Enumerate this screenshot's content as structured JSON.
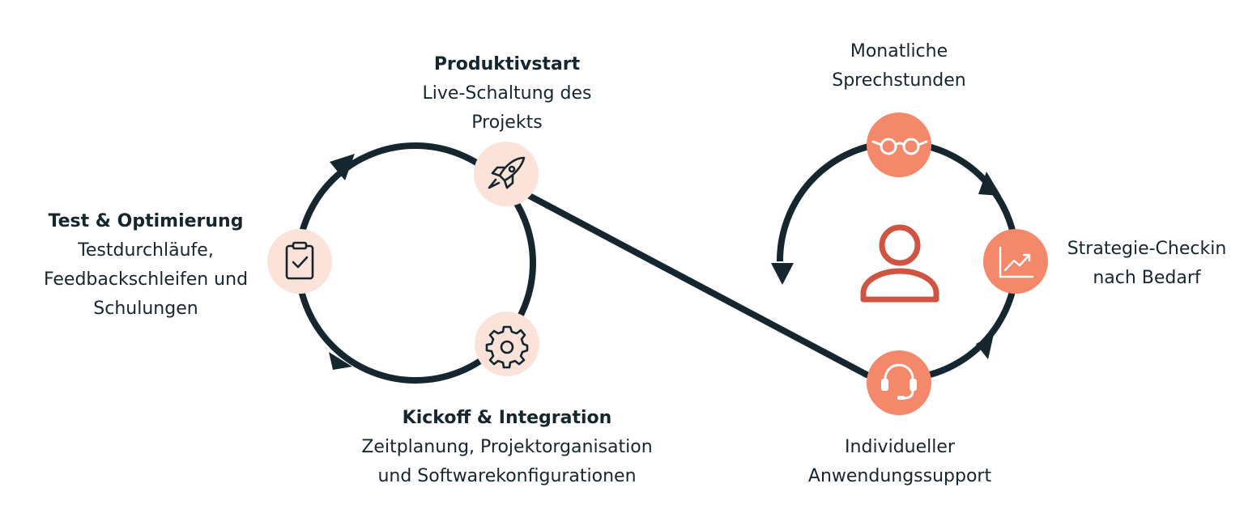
{
  "colors": {
    "line": "#15262e",
    "light_circle": "#fbe3da",
    "accent_circle": "#f3886a",
    "person": "#cf5442",
    "text": "#15262e"
  },
  "left_loop": {
    "produktivstart": {
      "icon": "rocket-icon",
      "title": "Produktivstart",
      "line1": "Live-Schaltung des",
      "line2": "Projekts"
    },
    "test": {
      "icon": "clipboard-check-icon",
      "title": "Test & Optimierung",
      "line1": "Testdurchläufe,",
      "line2": "Feedbackschleifen und",
      "line3": "Schulungen"
    },
    "kickoff": {
      "icon": "gear-icon",
      "title": "Kickoff & Integration",
      "line1": "Zeitplanung, Projektorganisation",
      "line2": "und Softwarekonfigurationen"
    }
  },
  "right_loop": {
    "center_icon": "person-icon",
    "sprechstunden": {
      "icon": "glasses-icon",
      "line1": "Monatliche",
      "line2": "Sprechstunden"
    },
    "strategie": {
      "icon": "chart-up-icon",
      "line1": "Strategie-Checkin",
      "line2": "nach Bedarf"
    },
    "support": {
      "icon": "headset-icon",
      "line1": "Individueller",
      "line2": "Anwendungssupport"
    }
  }
}
